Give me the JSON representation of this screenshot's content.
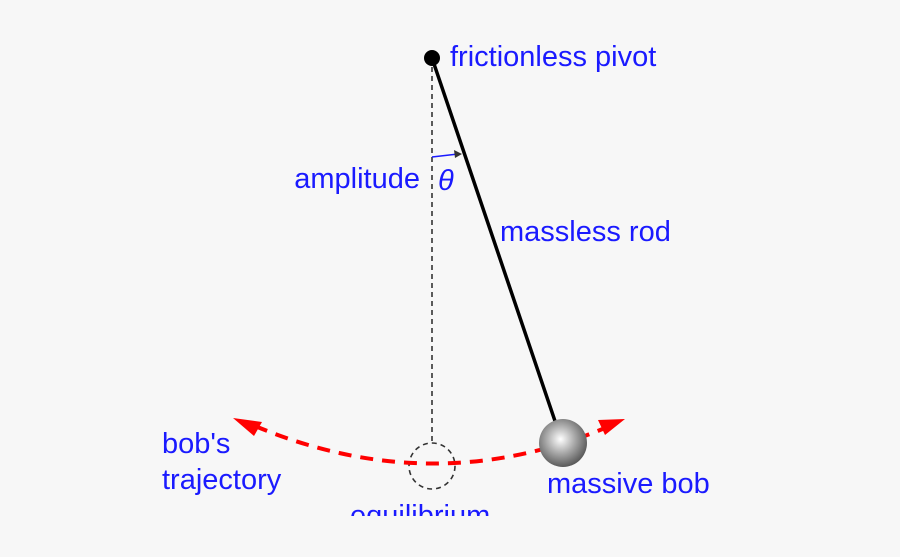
{
  "labels": {
    "pivot": "frictionless pivot",
    "amplitude": "amplitude",
    "theta": "θ",
    "rod": "massless rod",
    "trajectory_line1": "bob's",
    "trajectory_line2": "trajectory",
    "bob": "massive bob",
    "equilibrium": "equilibrium"
  },
  "colors": {
    "label": "#1a1aff",
    "trajectory": "#ff0000",
    "rod": "#000000",
    "background": "#f7f7f7",
    "bob": "#999999"
  }
}
